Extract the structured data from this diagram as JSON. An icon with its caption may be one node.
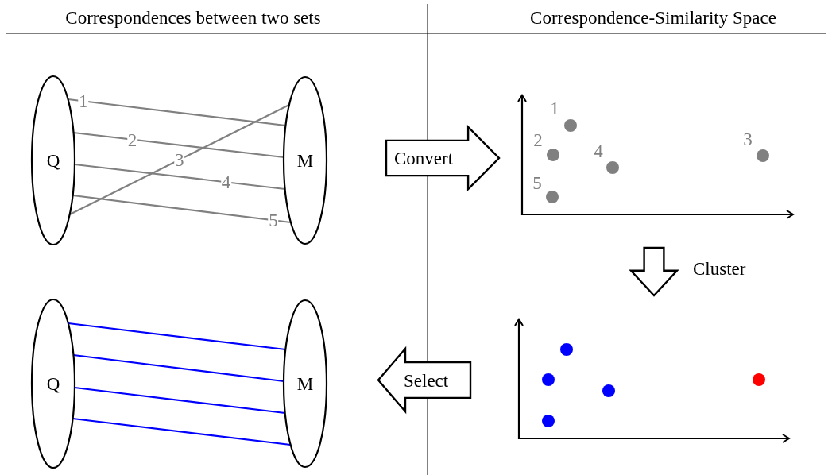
{
  "diagram": {
    "nodes": [
      {
        "text": [
          "Q"
        ]
      },
      {
        "text": [
          "M"
        ]
      },
      {
        "text": [
          "Convert"
        ]
      },
      {
        "text": [],
        "shape": "arrow",
        "beside": [
          "Cluster"
        ]
      },
      {
        "text": [
          "Q"
        ]
      },
      {
        "text": [
          "M"
        ]
      },
      {
        "text": [
          "Select"
        ]
      }
    ],
    "edges": [
      {
        "from": 0,
        "to": 1,
        "arrow": "none",
        "label": "1"
      },
      {
        "from": 0,
        "to": 1,
        "arrow": "none",
        "label": "2"
      },
      {
        "from": 0,
        "to": 1,
        "arrow": "none",
        "label": "3"
      },
      {
        "from": 0,
        "to": 1,
        "arrow": "none",
        "label": "4"
      },
      {
        "from": 0,
        "to": 1,
        "arrow": "none",
        "label": "5"
      },
      {
        "from": 4,
        "to": 5,
        "arrow": "none",
        "color": "#0000ff"
      },
      {
        "from": 4,
        "to": 5,
        "arrow": "none",
        "color": "#0000ff"
      },
      {
        "from": 4,
        "to": 5,
        "arrow": "none",
        "color": "#0000ff"
      },
      {
        "from": 4,
        "to": 5,
        "arrow": "none",
        "color": "#0000ff"
      }
    ],
    "labels": [
      "Correspondences between two sets",
      "Correspondence-Similarity Space",
      "1",
      "3",
      "2",
      "4",
      "5"
    ]
  }
}
